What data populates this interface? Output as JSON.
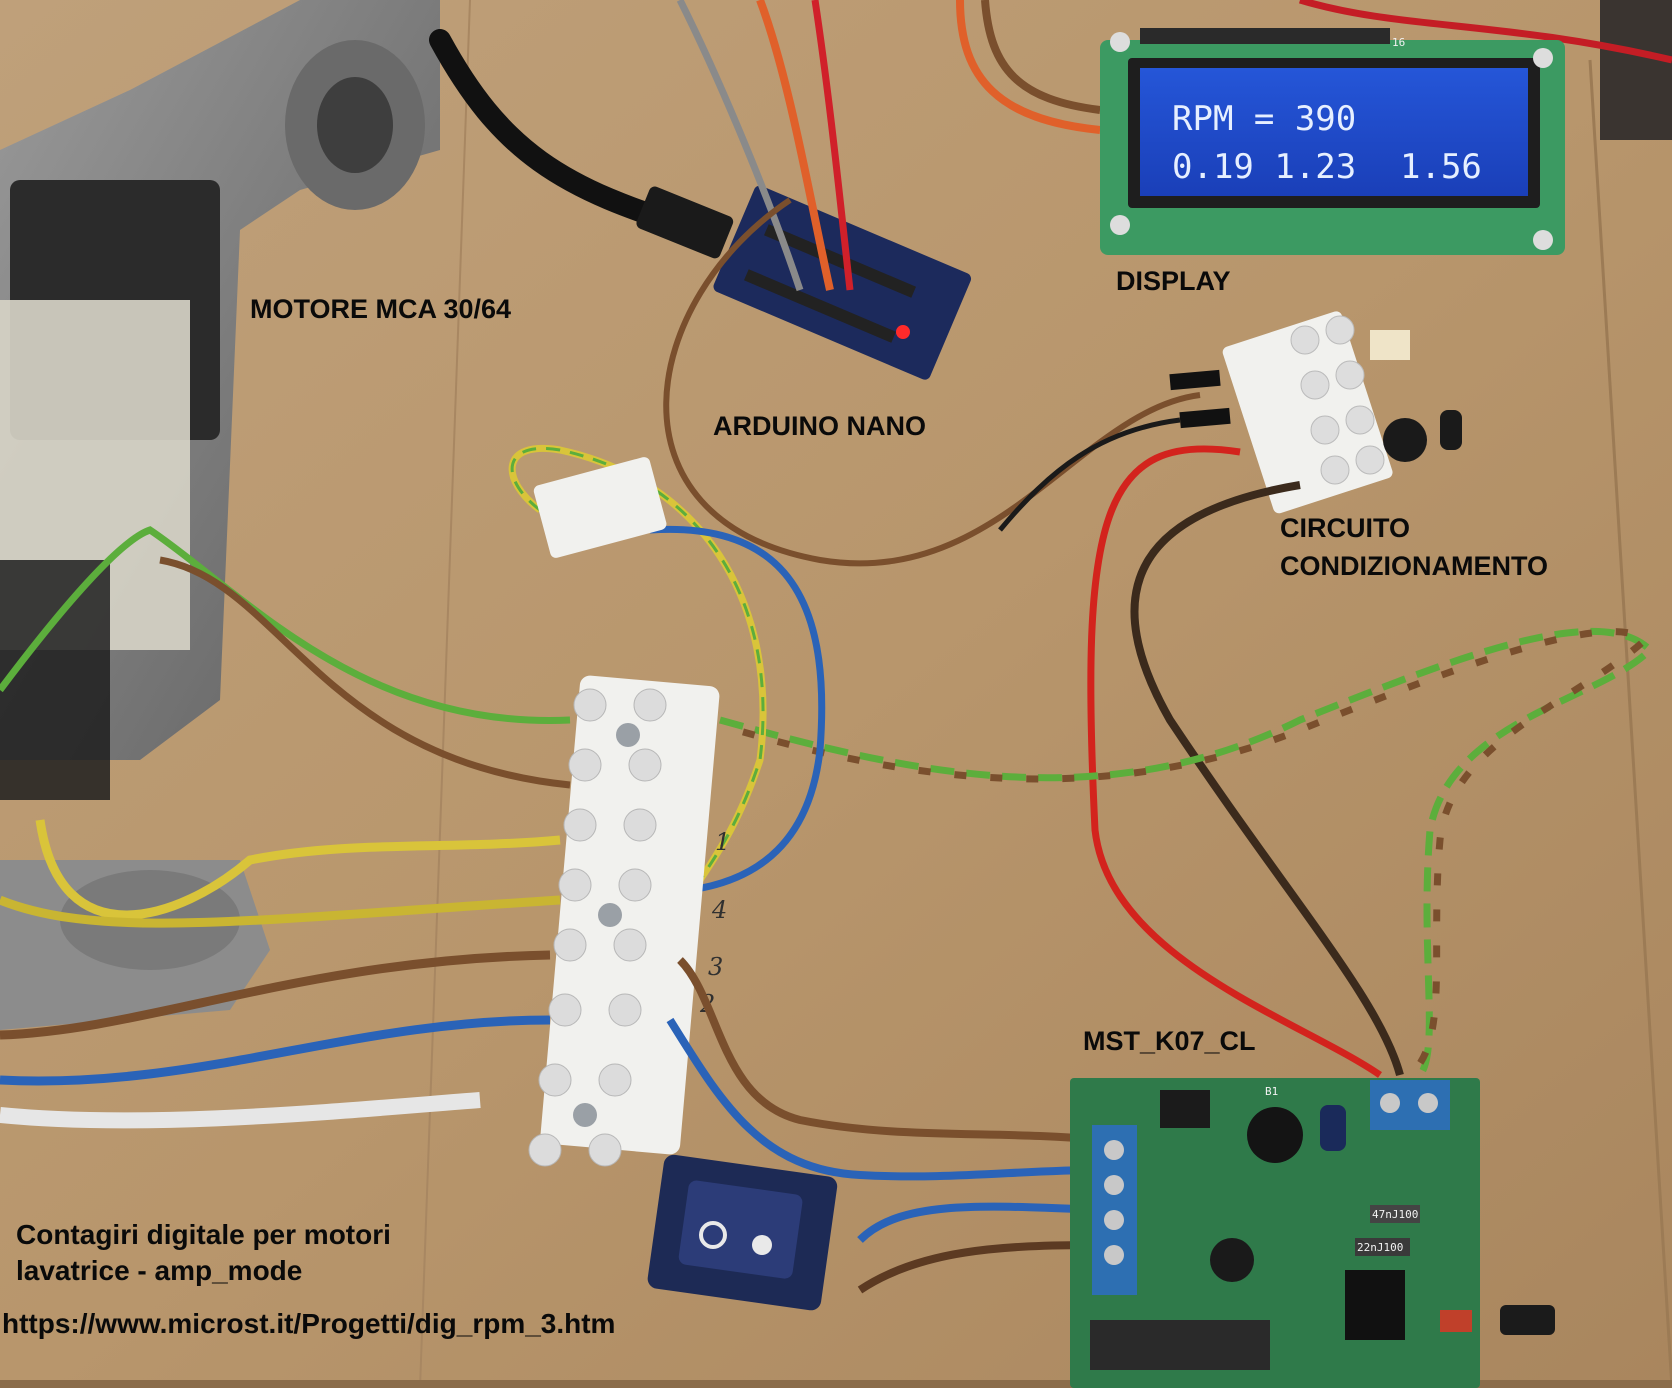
{
  "labels": {
    "motor": "MOTORE MCA 30/64",
    "arduino": "ARDUINO NANO",
    "display": "DISPLAY",
    "circuit_line1": "CIRCUITO",
    "circuit_line2": "CONDIZIONAMENTO",
    "board": "MST_K07_CL"
  },
  "caption": {
    "line1": "Contagiri digitale per motori",
    "line2": "lavatrice - amp_mode",
    "url": "https://www.microst.it/Progetti/dig_rpm_3.htm"
  },
  "lcd": {
    "line1": "RPM = 390",
    "line2_left": "0.19 1.23",
    "line2_right": "1.56"
  },
  "terminal_marks": [
    "1",
    "4",
    "3",
    "2"
  ],
  "component_marks": {
    "cap_a": "22nJ100",
    "cap_b": "47nJ100",
    "board_b1": "B1",
    "lcd_pin": "16"
  },
  "colors": {
    "board": "#7a5c3c",
    "pcb": "#2f7a4a",
    "lcd_bezel": "#3c9a62",
    "lcd_screen": "#1d47c9",
    "wire_brown": "#7a4f2d",
    "wire_green": "#5cae3c",
    "wire_blue": "#2a63b8",
    "wire_red": "#d3231d",
    "wire_yellow": "#d9c43a",
    "terminal_block": "#f1f1ee"
  }
}
